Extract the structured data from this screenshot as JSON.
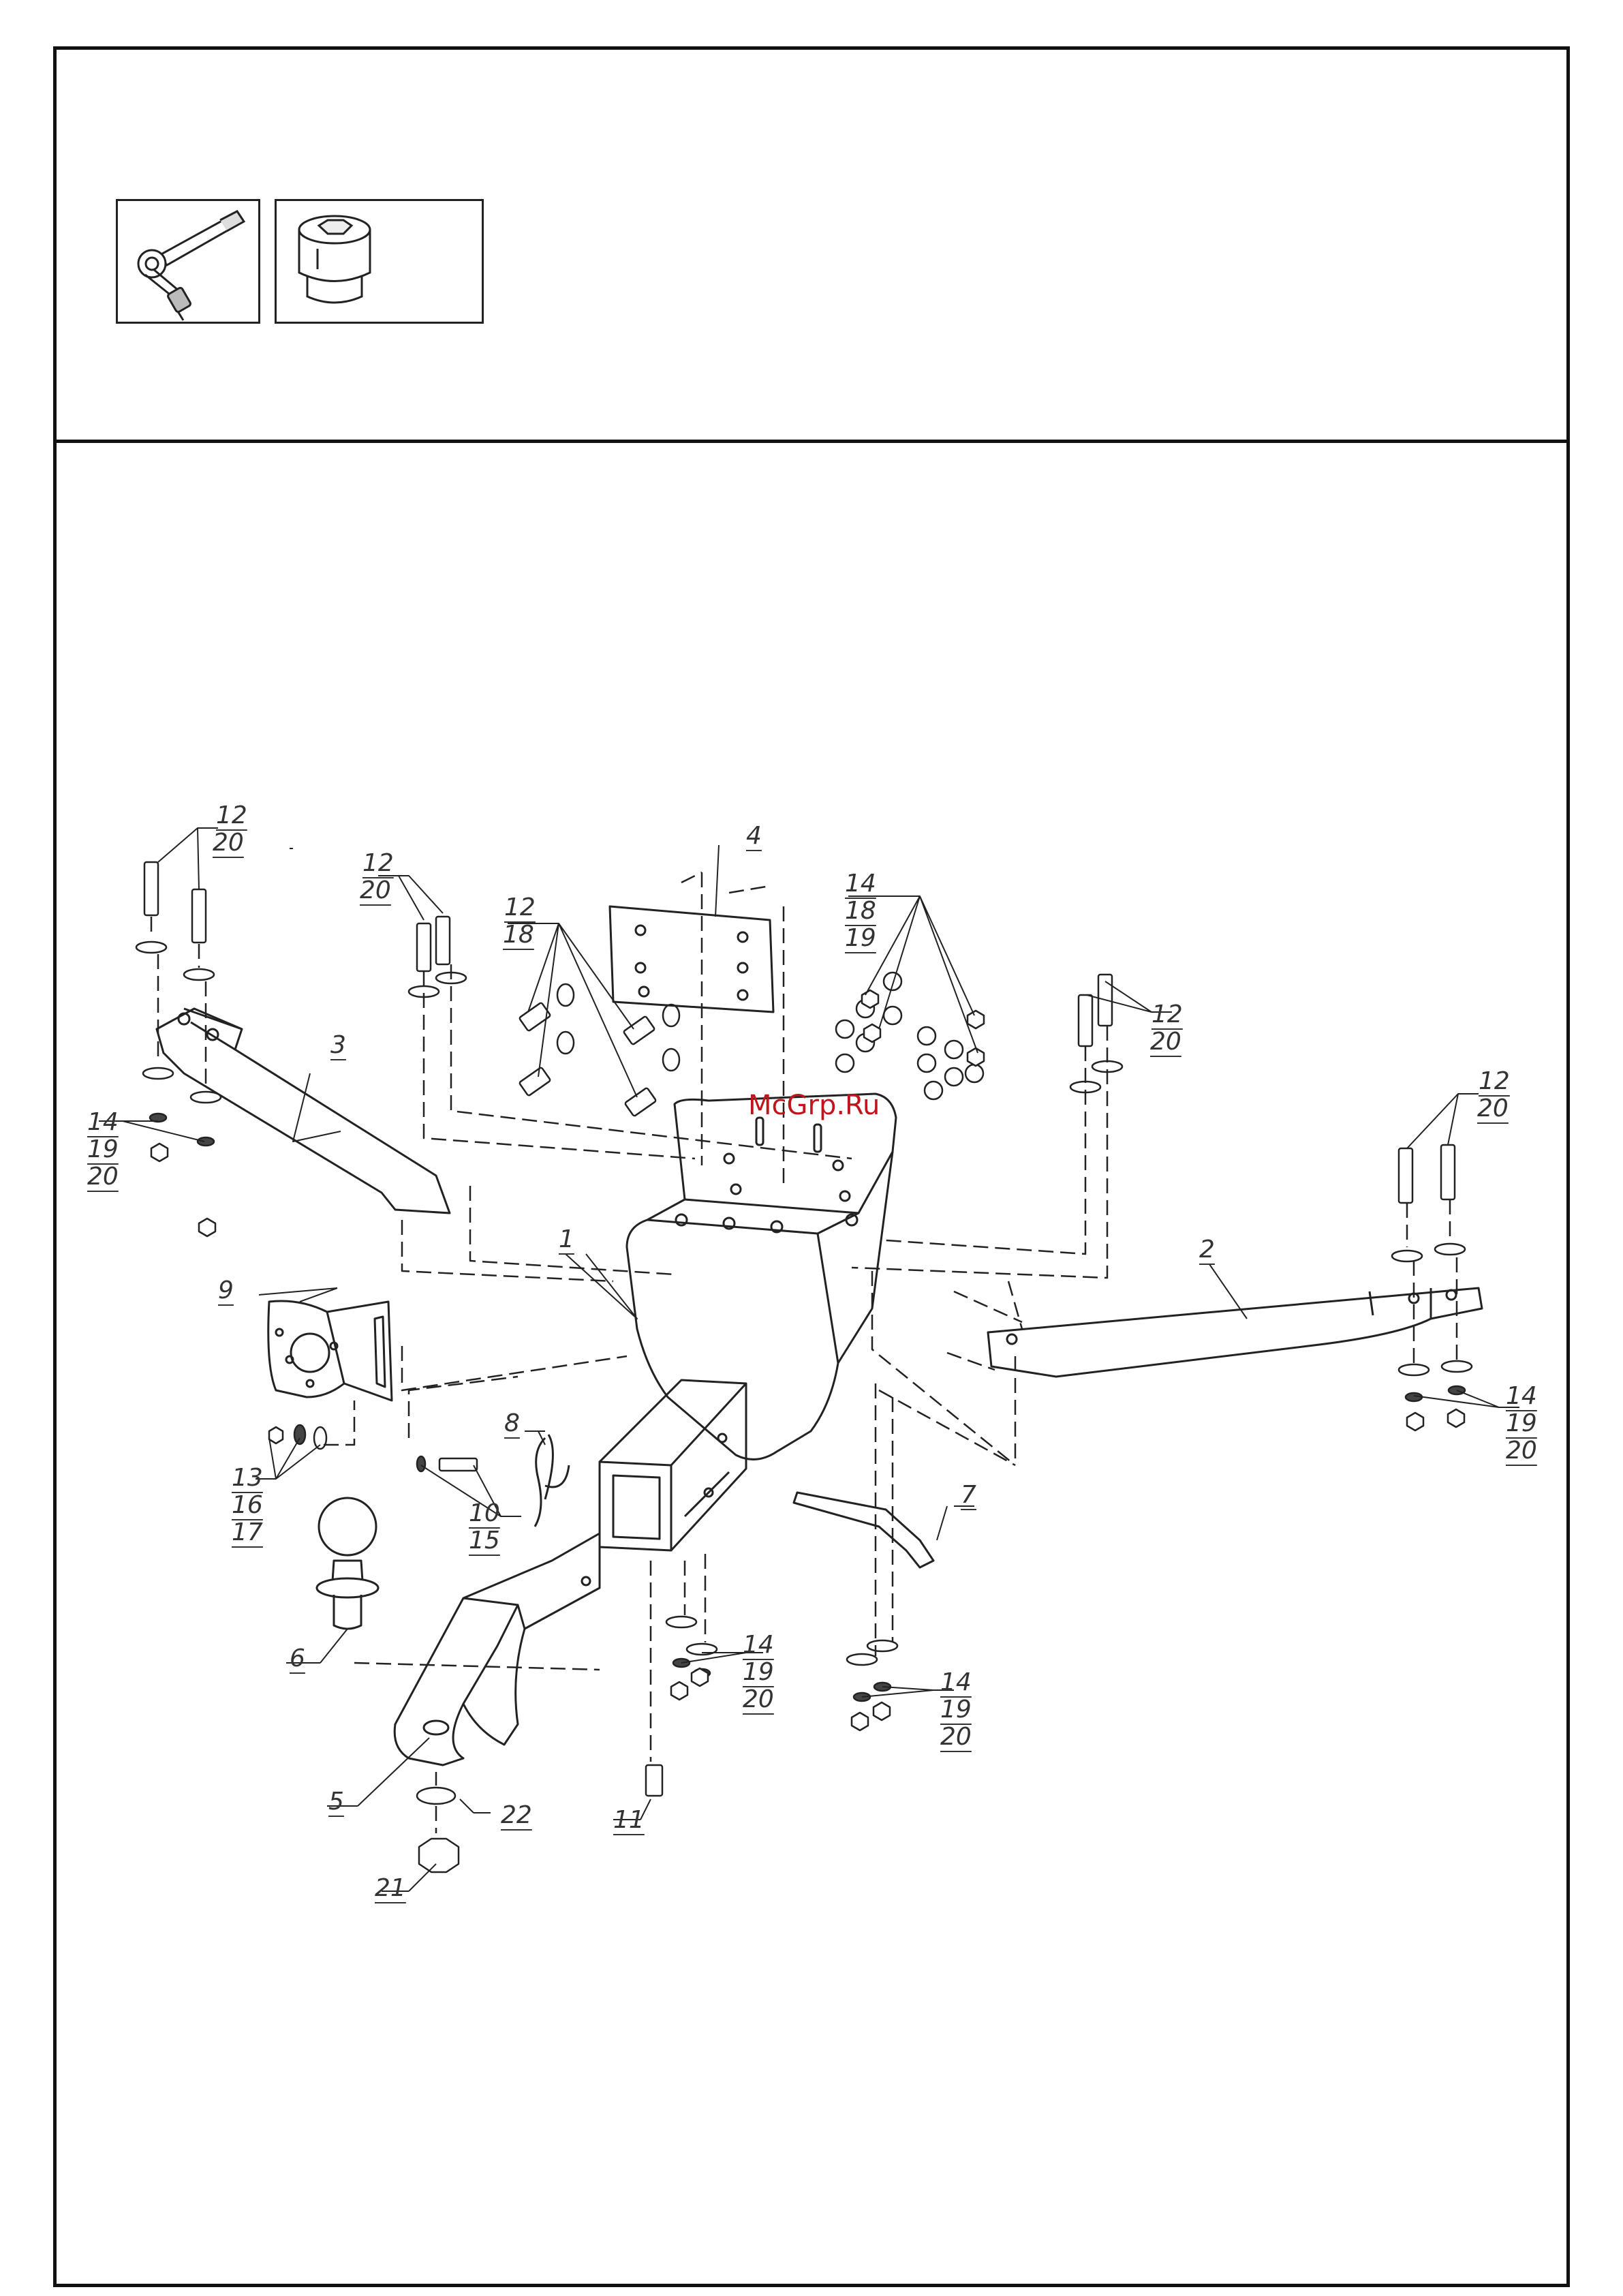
{
  "watermark": "McGrp.Ru",
  "tools": [
    {
      "name": "ratchet-wrench-icon"
    },
    {
      "name": "socket-head-icon"
    }
  ],
  "labels": {
    "p1": "1",
    "p2": "2",
    "p3": "3",
    "p4": "4",
    "p5": "5",
    "p6": "6",
    "p7": "7",
    "p8": "8",
    "p9": "9",
    "p10": "10",
    "p11": "11",
    "p12": "12",
    "p13": "13",
    "p14": "14",
    "p15": "15",
    "p16": "16",
    "p17": "17",
    "p18": "18",
    "p19": "19",
    "p20": "20",
    "p21": "21",
    "p22": "22"
  }
}
